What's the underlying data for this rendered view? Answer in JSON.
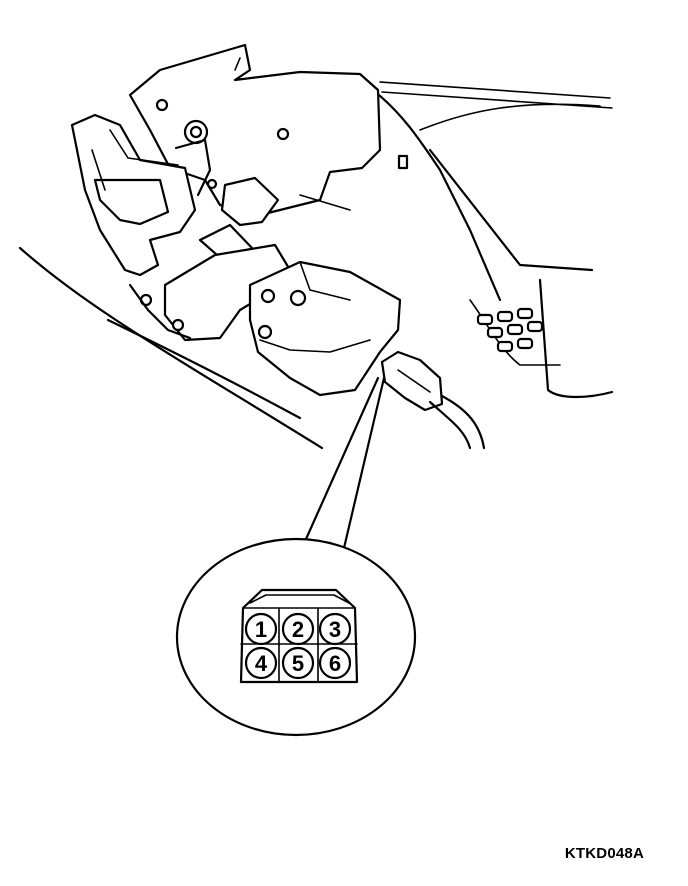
{
  "diagram": {
    "figure_code": "KTKD048A",
    "connector": {
      "pins": [
        {
          "label": "1"
        },
        {
          "label": "2"
        },
        {
          "label": "3"
        },
        {
          "label": "4"
        },
        {
          "label": "5"
        },
        {
          "label": "6"
        }
      ]
    }
  },
  "colors": {
    "line": "#000000",
    "background": "#ffffff"
  }
}
